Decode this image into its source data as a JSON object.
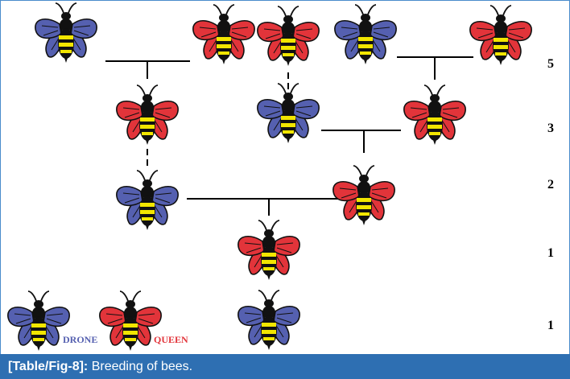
{
  "colors": {
    "drone": "#5560b0",
    "queen": "#e2343a",
    "caption_bg": "#2e6fb2",
    "border": "#4a8ccb"
  },
  "generation_counts": [
    "5",
    "3",
    "2",
    "1",
    "1"
  ],
  "legend": {
    "drone_label": "DRONE",
    "queen_label": "QUEEN"
  },
  "bees": [
    {
      "type": "drone",
      "role": "generation-5-drone"
    },
    {
      "type": "queen",
      "role": "generation-5-queen"
    },
    {
      "type": "queen",
      "role": "generation-5-queen"
    },
    {
      "type": "drone",
      "role": "generation-5-drone"
    },
    {
      "type": "queen",
      "role": "generation-5-queen"
    },
    {
      "type": "queen",
      "role": "generation-3-queen"
    },
    {
      "type": "drone",
      "role": "generation-3-drone"
    },
    {
      "type": "queen",
      "role": "generation-3-queen"
    },
    {
      "type": "drone",
      "role": "generation-2-drone"
    },
    {
      "type": "queen",
      "role": "generation-2-queen"
    },
    {
      "type": "queen",
      "role": "generation-1-queen"
    },
    {
      "type": "drone",
      "role": "generation-1-drone"
    },
    {
      "type": "drone",
      "role": "legend-drone"
    },
    {
      "type": "queen",
      "role": "legend-queen"
    }
  ],
  "caption": {
    "label": "[Table/Fig-8]:",
    "text": " Breeding of bees."
  }
}
